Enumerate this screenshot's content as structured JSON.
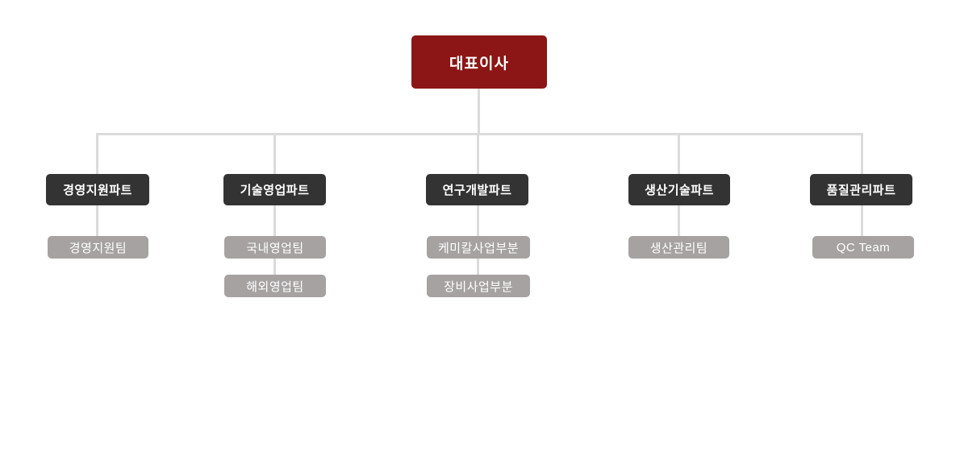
{
  "org_chart": {
    "type": "organization-chart",
    "root": {
      "label": "대표이사"
    },
    "departments": [
      {
        "label": "경영지원파트",
        "teams": [
          "경영지원팀"
        ]
      },
      {
        "label": "기술영업파트",
        "teams": [
          "국내영업팀",
          "해외영업팀"
        ]
      },
      {
        "label": "연구개발파트",
        "teams": [
          "케미칼사업부분",
          "장비사업부분"
        ]
      },
      {
        "label": "생산기술파트",
        "teams": [
          "생산관리팀"
        ]
      },
      {
        "label": "품질관리파트",
        "teams": [
          "QC Team"
        ]
      }
    ],
    "colors": {
      "root_bg": "#8c1515",
      "department_bg": "#333333",
      "team_bg": "#a6a2a2",
      "connector": "#dbdbdb",
      "text": "#ffffff",
      "background": "#ffffff"
    }
  }
}
